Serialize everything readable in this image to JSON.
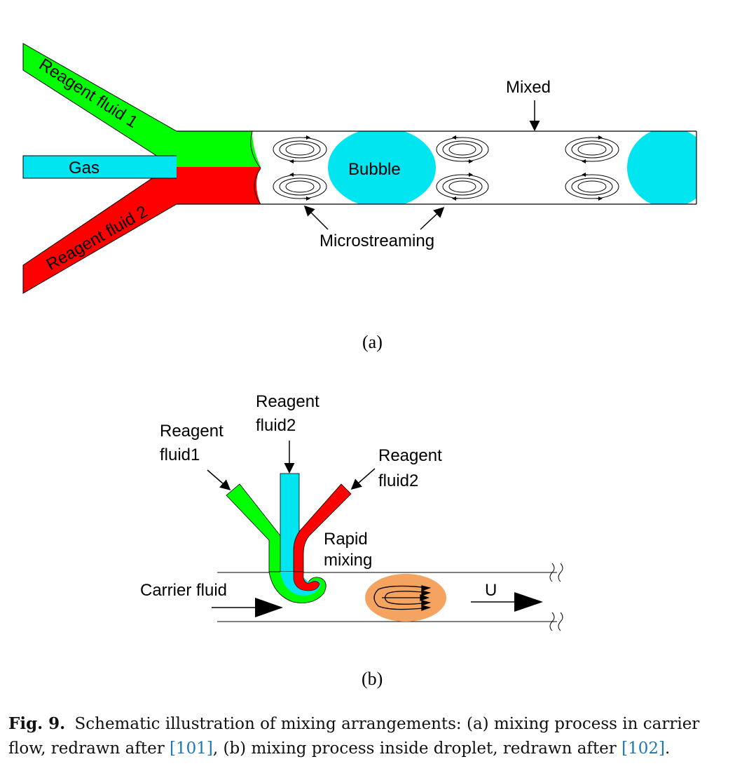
{
  "panel_a": {
    "reagent1_label": "Reagent fluid 1",
    "gas_label": "Gas",
    "reagent2_label": "Reagent fluid 2",
    "bubble_label": "Bubble",
    "mixed_label": "Mixed",
    "microstreaming_label": "Microstreaming",
    "panel_label": "(a)"
  },
  "panel_b": {
    "reagent_left_line1": "Reagent",
    "reagent_left_line2": "fluid1",
    "reagent_center_line1": "Reagent",
    "reagent_center_line2": "fluid2",
    "reagent_right_line1": "Reagent",
    "reagent_right_line2": "fluid2",
    "rapid_line1": "Rapid",
    "rapid_line2": "mixing",
    "carrier_label": "Carrier fluid",
    "u_label": "U",
    "panel_label": "(b)"
  },
  "caption": {
    "fig_label": "Fig. 9.",
    "text_part1": "Schematic illustration of mixing arrangements: (a) mixing process in carrier flow, redrawn after ",
    "ref1": "[101]",
    "text_part2": ", (b) mixing process inside droplet, redrawn after ",
    "ref2": "[102]",
    "text_part3": "."
  },
  "colors": {
    "green": "#00ff00",
    "cyan": "#00e5f0",
    "red": "#ff0000",
    "orange": "#f4a460",
    "link_blue": "#1f77b4"
  }
}
